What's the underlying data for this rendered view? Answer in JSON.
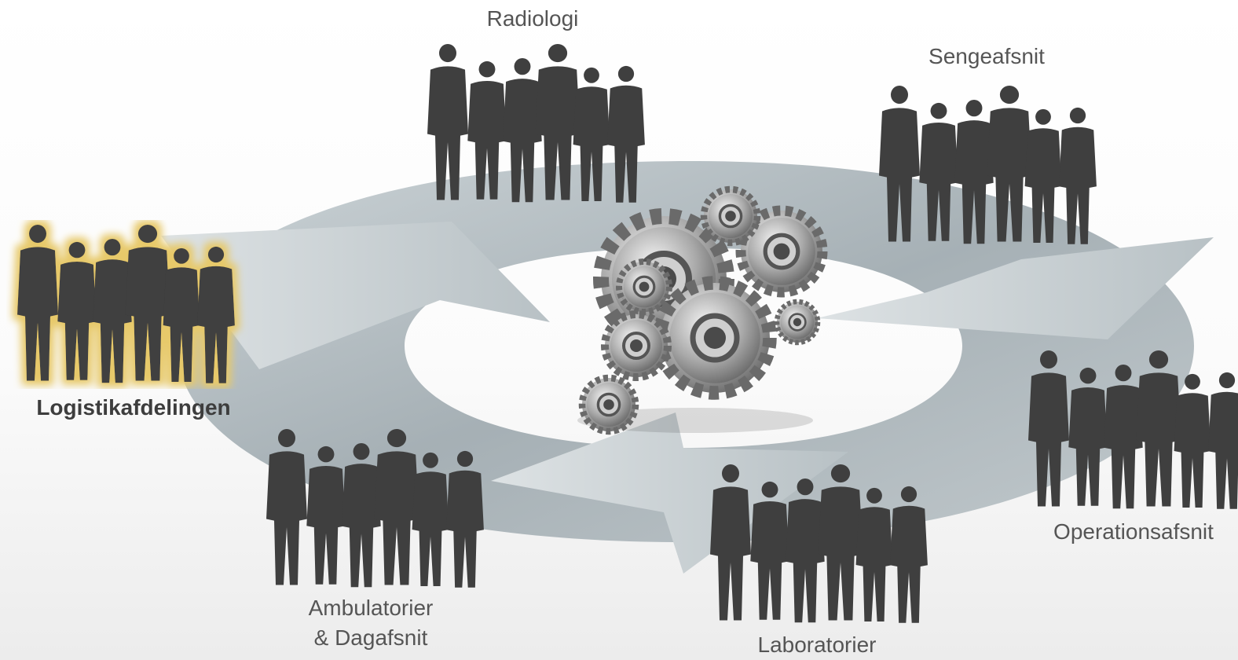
{
  "diagram": {
    "center_icon": "gears-icon",
    "cycle_icon": "circular-arrows-icon",
    "group_icon": "people-silhouette-icon",
    "colors": {
      "silhouette": "#3f3f3f",
      "arrow": "#a9b3b8",
      "highlight_glow": "#e7c96a",
      "label": "#555555",
      "gear": "#b9b9b9"
    },
    "departments": [
      {
        "id": "radiologi",
        "label": "Radiologi",
        "highlighted": false
      },
      {
        "id": "sengeafsnit",
        "label": "Sengeafsnit",
        "highlighted": false
      },
      {
        "id": "logistik",
        "label": "Logistikafdelingen",
        "highlighted": true
      },
      {
        "id": "operation",
        "label": "Operationsafsnit",
        "highlighted": false
      },
      {
        "id": "ambulatorier",
        "label_lines": [
          "Ambulatorier",
          "& Dagafsnit"
        ],
        "highlighted": false
      },
      {
        "id": "laboratorier",
        "label": "Laboratorier",
        "highlighted": false
      }
    ]
  }
}
